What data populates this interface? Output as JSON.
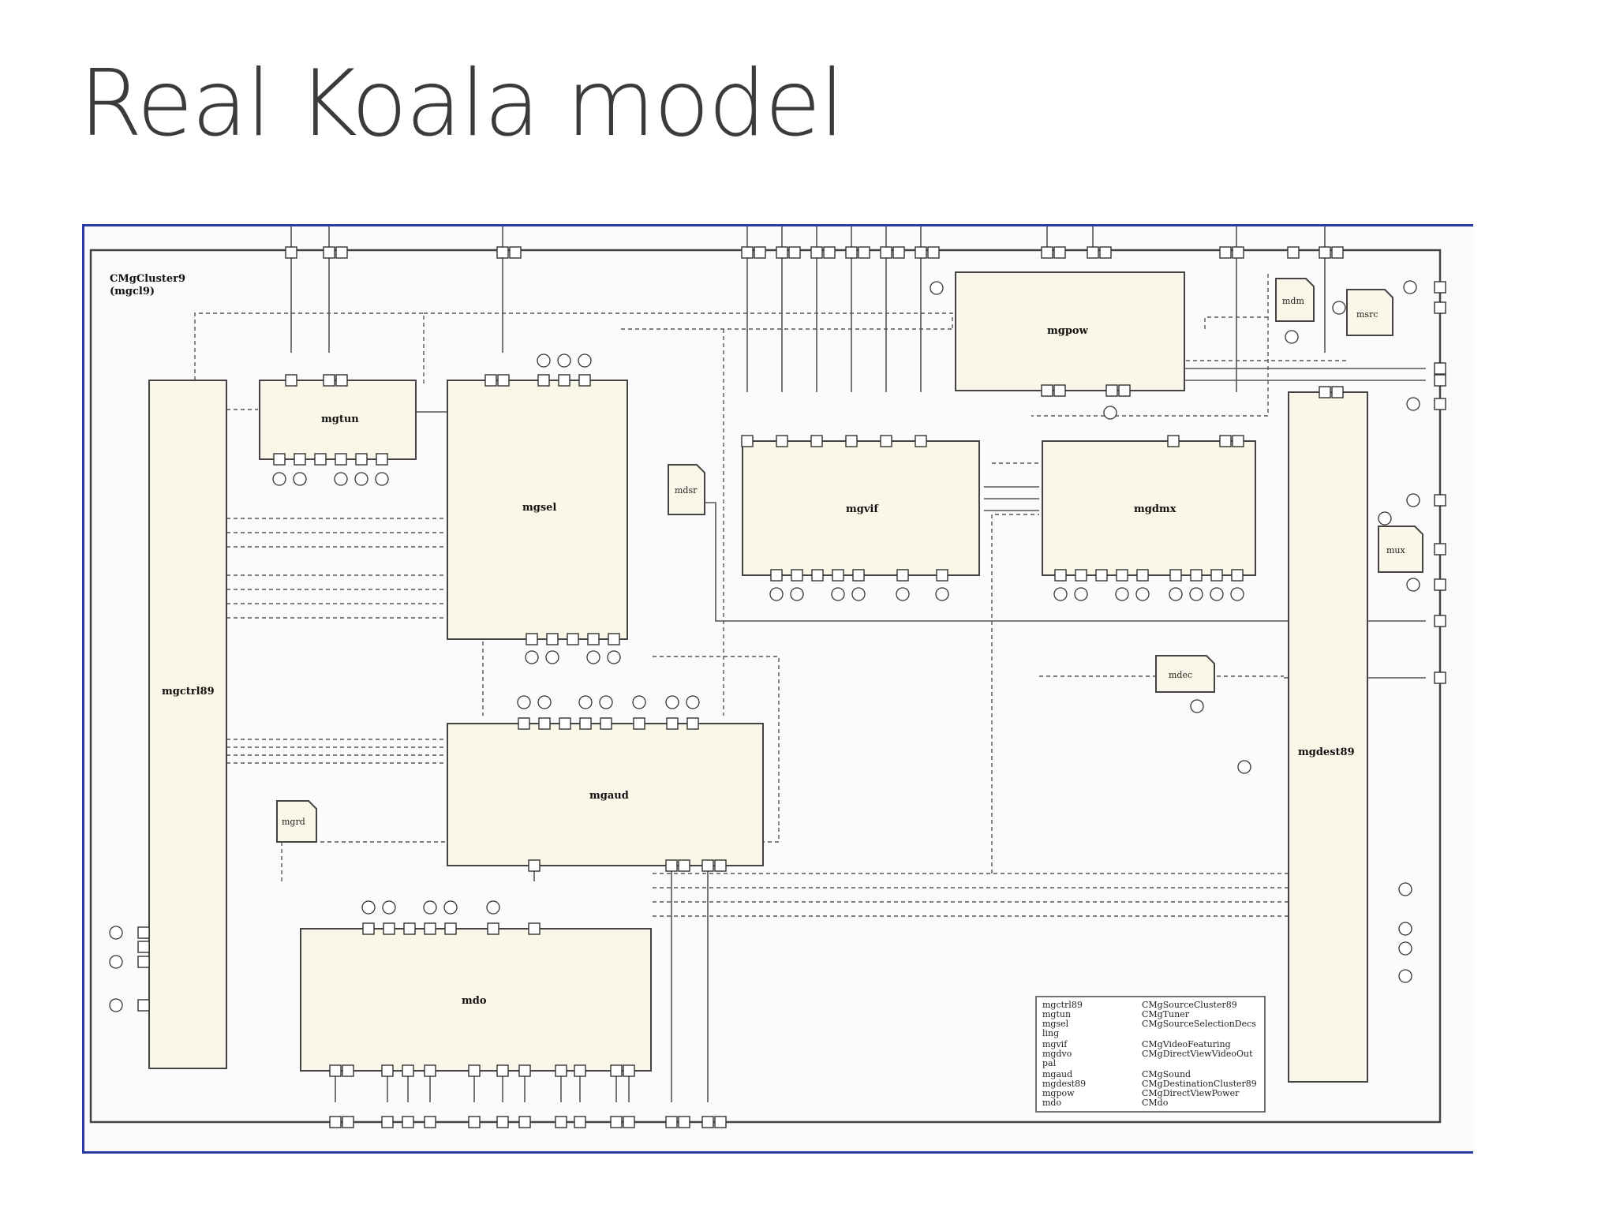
{
  "slide": {
    "title": "Real Koala model"
  },
  "diagram": {
    "cluster_label": "CMgCluster9",
    "cluster_sub": "(mgcl9)",
    "blocks": {
      "mgctrl": "mgctrl89",
      "mgtun": "mgtun",
      "mgsel": "mgsel",
      "mgvif": "mgvif",
      "mgdmx": "mgdmx",
      "mgpow": "mgpow",
      "mgaud": "mgaud",
      "mdo": "mdo",
      "mgdest": "mgdest89",
      "mdec": "mdec",
      "mdsr": "mdsr",
      "mdm": "mdm",
      "msrc": "msrc",
      "mgrd": "mgrd",
      "mux": "mux"
    },
    "legend": [
      {
        "inst": "mgctrl89",
        "cls": "CMgSourceCluster89"
      },
      {
        "inst": "mgtun",
        "cls": "CMgTuner"
      },
      {
        "inst": "mgsel",
        "cls": "CMgSourceSelectionDecs"
      },
      {
        "inst": "ling",
        "cls": ""
      },
      {
        "inst": "mgvif",
        "cls": "CMgVideoFeaturing"
      },
      {
        "inst": "mgdvo",
        "cls": "CMgDirectViewVideoOut"
      },
      {
        "inst": "pal",
        "cls": ""
      },
      {
        "inst": "mgaud",
        "cls": "CMgSound"
      },
      {
        "inst": "mgdest89",
        "cls": "CMgDestinationCluster89"
      },
      {
        "inst": "mgpow",
        "cls": "CMgDirectViewPower"
      },
      {
        "inst": "mdo",
        "cls": "CMdo"
      }
    ]
  }
}
